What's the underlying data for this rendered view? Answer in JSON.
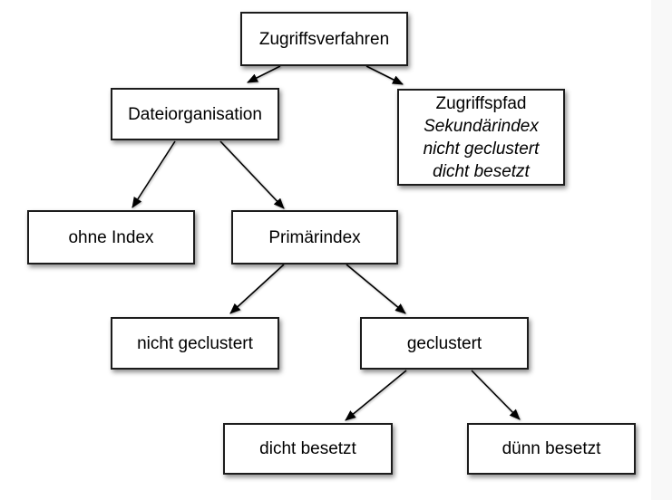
{
  "colors": {
    "canvas": "#ffffff",
    "right_band": "#f8f8f8",
    "box_fill": "#ffffff",
    "box_border": "#1c1c1c",
    "text": "#000000",
    "arrow": "#000000"
  },
  "diagram": {
    "nodes": {
      "zugriffsverfahren": {
        "label": "Zugriffsverfahren"
      },
      "dateiorganisation": {
        "label": "Dateiorganisation"
      },
      "zugriffspfad": {
        "line1": "Zugriffspfad",
        "line2": "Sekundärindex",
        "line3": "nicht geclustert",
        "line4": "dicht besetzt"
      },
      "ohne_index": {
        "label": "ohne Index"
      },
      "primaerindex": {
        "label": "Primärindex"
      },
      "nicht_geclustert": {
        "label": "nicht geclustert"
      },
      "geclustert": {
        "label": "geclustert"
      },
      "dicht_besetzt": {
        "label": "dicht besetzt"
      },
      "duenn_besetzt": {
        "label": "dünn besetzt"
      }
    },
    "edges": [
      {
        "from": "Zugriffsverfahren",
        "to": "Dateiorganisation"
      },
      {
        "from": "Zugriffsverfahren",
        "to": "Zugriffspfad"
      },
      {
        "from": "Dateiorganisation",
        "to": "ohne Index"
      },
      {
        "from": "Dateiorganisation",
        "to": "Primärindex"
      },
      {
        "from": "Primärindex",
        "to": "nicht geclustert"
      },
      {
        "from": "Primärindex",
        "to": "geclustert"
      },
      {
        "from": "geclustert",
        "to": "dicht besetzt"
      },
      {
        "from": "geclustert",
        "to": "dünn besetzt"
      }
    ]
  }
}
